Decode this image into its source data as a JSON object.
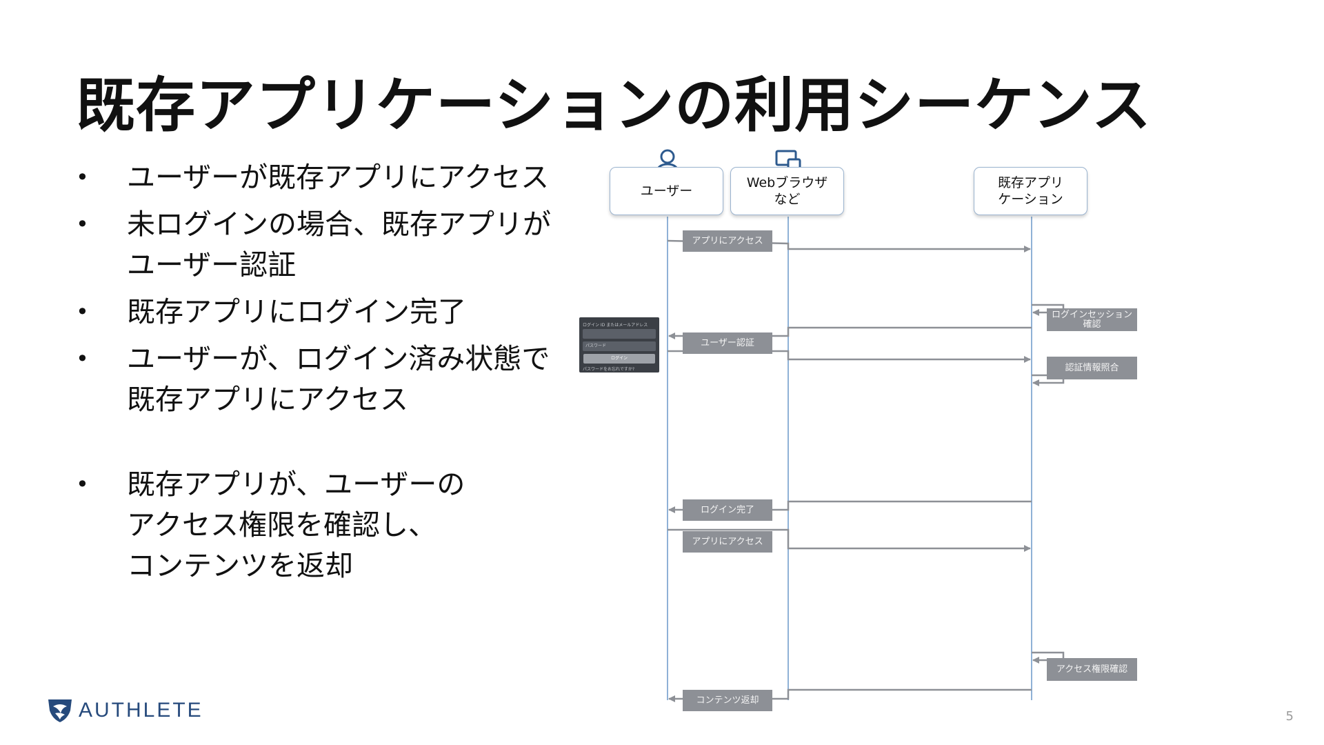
{
  "title": "既存アプリケーションの利用シーケンス",
  "bullets": [
    {
      "lines": [
        "ユーザーが既存アプリにアクセス"
      ]
    },
    {
      "lines": [
        "未ログインの場合、既存アプリが",
        "ユーザー認証"
      ]
    },
    {
      "lines": [
        "既存アプリにログイン完了"
      ]
    },
    {
      "lines": [
        "ユーザーが、ログイン済み状態で",
        "既存アプリにアクセス"
      ]
    },
    {
      "lines": [
        "既存アプリが、ユーザーの",
        "アクセス権限を確認し、",
        "コンテンツを返却"
      ],
      "gap": true
    }
  ],
  "bullet_glyph": "•",
  "actors": [
    {
      "lines": [
        "ユーザー"
      ],
      "icon": "user-icon"
    },
    {
      "lines": [
        "Webブラウザ",
        "など"
      ],
      "icon": "devices-icon"
    },
    {
      "lines": [
        "既存アプリ",
        "ケーション"
      ]
    }
  ],
  "messages": {
    "access_1": "アプリにアクセス",
    "session_check": [
      "ログインセッション",
      "確認"
    ],
    "user_auth": "ユーザー認証",
    "credential_check": "認証情報照合",
    "login_done": "ログイン完了",
    "access_2": "アプリにアクセス",
    "permission_check": "アクセス権限確認",
    "content_return": "コンテンツ返却"
  },
  "login_form": {
    "id_label": "ログイン ID またはメールアドレス",
    "password_label": "パスワード",
    "login_button": "ログイン",
    "forgot_link": "パスワードをお忘れですか?"
  },
  "logo": {
    "text": "AUTHLETE",
    "icon": "authlete-logo-icon",
    "color": "#264a7c"
  },
  "page_number": "5",
  "colors": {
    "lifeline": "#8fb1d6",
    "arrow": "#8d9096",
    "label_bg": "#8d9096"
  }
}
